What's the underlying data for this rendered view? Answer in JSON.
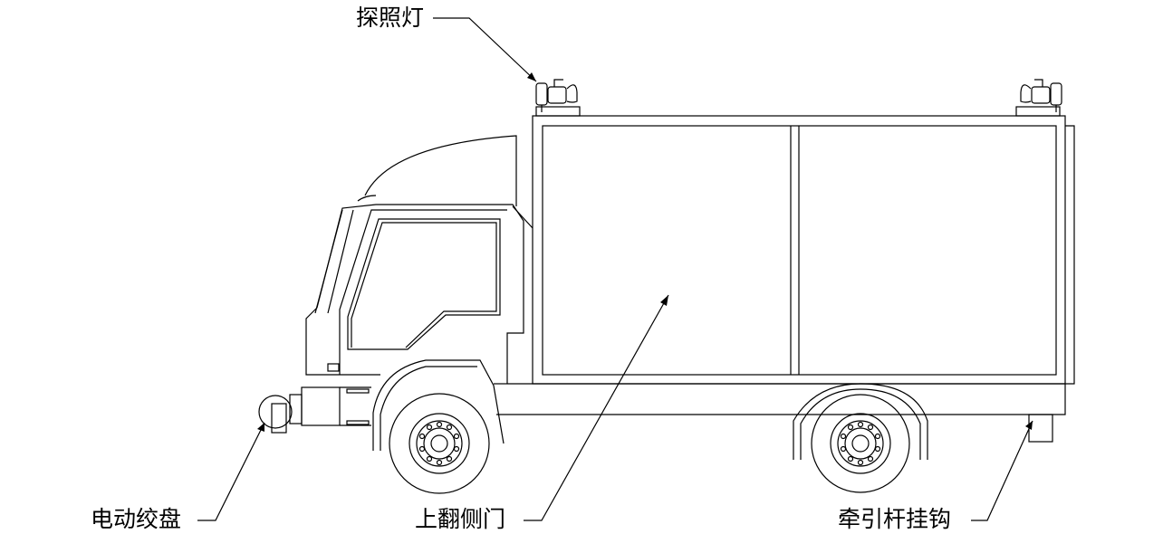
{
  "labels": {
    "searchlight": "探照灯",
    "electric_winch": "电动绞盘",
    "flip_up_side_door": "上翻侧门",
    "tow_bar_hook": "牵引杆挂钩"
  },
  "icons": {
    "searchlight": "searchlight-icon",
    "winch": "winch-icon",
    "hook": "tow-hook-icon"
  },
  "colors": {
    "line": "#000000",
    "background": "#ffffff"
  }
}
